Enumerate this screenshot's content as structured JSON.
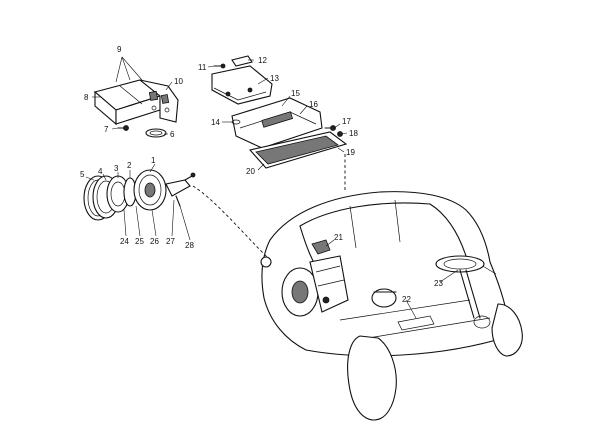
{
  "callouts": [
    {
      "id": "c1",
      "text": "1"
    },
    {
      "id": "c2",
      "text": "2"
    },
    {
      "id": "c3",
      "text": "3"
    },
    {
      "id": "c4",
      "text": "4"
    },
    {
      "id": "c5",
      "text": "5"
    },
    {
      "id": "c6",
      "text": "6"
    },
    {
      "id": "c7",
      "text": "7"
    },
    {
      "id": "c8",
      "text": "8"
    },
    {
      "id": "c9",
      "text": "9"
    },
    {
      "id": "c10",
      "text": "10"
    },
    {
      "id": "c11",
      "text": "11"
    },
    {
      "id": "c12",
      "text": "12"
    },
    {
      "id": "c13",
      "text": "13"
    },
    {
      "id": "c14",
      "text": "14"
    },
    {
      "id": "c15",
      "text": "15"
    },
    {
      "id": "c16",
      "text": "16"
    },
    {
      "id": "c17",
      "text": "17"
    },
    {
      "id": "c18",
      "text": "18"
    },
    {
      "id": "c19",
      "text": "19"
    },
    {
      "id": "c20",
      "text": "20"
    },
    {
      "id": "c21",
      "text": "21"
    },
    {
      "id": "c22",
      "text": "22"
    },
    {
      "id": "c23",
      "text": "23"
    },
    {
      "id": "c24",
      "text": "24"
    },
    {
      "id": "c25",
      "text": "25"
    },
    {
      "id": "c26",
      "text": "26"
    },
    {
      "id": "c27",
      "text": "27"
    },
    {
      "id": "c28",
      "text": "28"
    }
  ]
}
